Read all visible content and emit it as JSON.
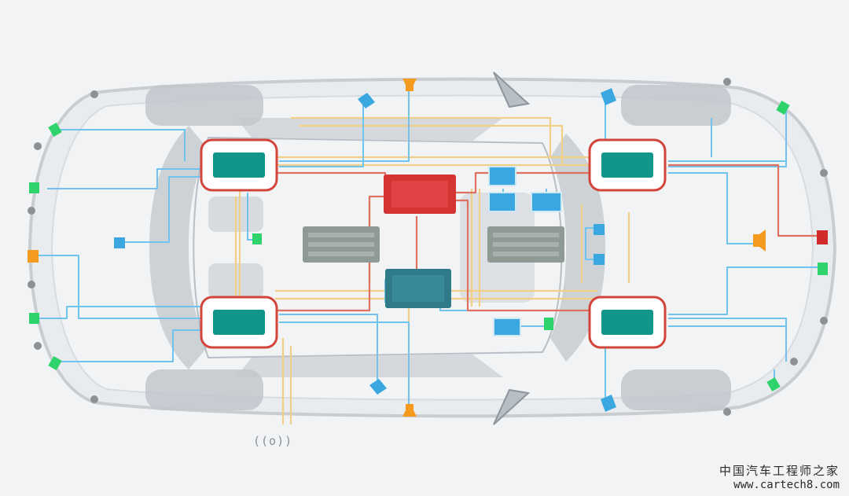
{
  "connectivity_symbol": "((o))",
  "watermark": {
    "name": "中国汽车工程师之家",
    "url": "www.cartech8.com"
  },
  "colors": {
    "zone_controller": "#12958a",
    "zone_highlight": "#d1453b",
    "central_compute": "#d53434",
    "gateway": "#2f7b8a",
    "battery_module": "#8f9a94",
    "screen": "#3aa7e0",
    "sensor_green": "#2fd36b",
    "sensor_orange": "#f49b1f",
    "sensor_red": "#d02a2a",
    "wire_blue": "#6fc3ec",
    "wire_yellow": "#f2cf86",
    "wire_red": "#e07060"
  },
  "icons": [
    "camera-icon",
    "speaker-icon",
    "radar-sensor-icon",
    "wireless-icon"
  ]
}
